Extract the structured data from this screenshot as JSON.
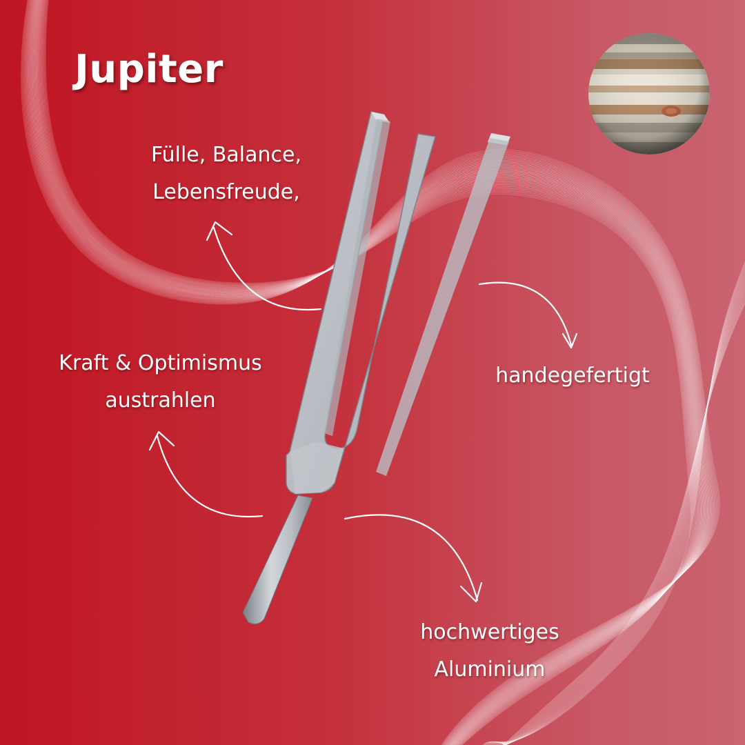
{
  "title": "Jupiter",
  "labels": {
    "fuelle": {
      "line1": "Fülle, Balance,",
      "line2": "Lebensfreude,"
    },
    "kraft": {
      "line1": "Kraft & Optimismus",
      "line2": "austrahlen"
    },
    "hand": {
      "line1": "handegefertigt"
    },
    "alu": {
      "line1": "hochwertiges",
      "line2": "Aluminium"
    }
  },
  "images": {
    "planet": "jupiter-planet",
    "product": "tuning-fork"
  },
  "colors": {
    "background_left": "#c01522",
    "background_right": "#c96470",
    "text": "#ffffff"
  }
}
